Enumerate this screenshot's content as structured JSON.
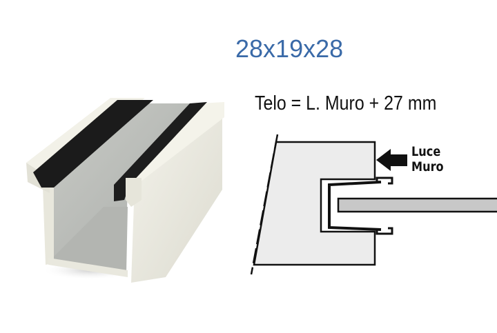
{
  "header": {
    "dimensions_title": "28x19x28",
    "title_color": "#3a6aa8"
  },
  "formula": {
    "text": "Telo = L. Muro + 27 mm"
  },
  "diagram": {
    "arrow_label_line1": "Luce",
    "arrow_label_line2": "Muro",
    "wall_fill": "#ececec",
    "panel_fill": "#c8c8c8",
    "stroke": "#111111"
  },
  "photo": {
    "subject": "aluminium-u-profile-with-brush-seals",
    "body_color": "#ecebe0",
    "brush_color": "#1a1a1a"
  }
}
